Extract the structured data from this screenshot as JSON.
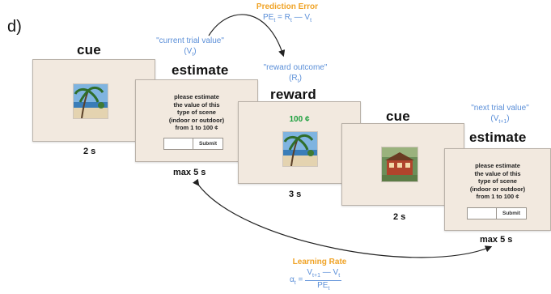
{
  "figure_label": "d)",
  "panels": {
    "cue1": {
      "title": "cue",
      "duration": "2 s"
    },
    "estimate1": {
      "title": "estimate",
      "prompt": [
        "please estimate",
        "the value of this",
        "type of scene",
        "(indoor or outdoor)",
        "from 1 to 100 ¢"
      ],
      "submit_label": "Submit",
      "duration": "max 5 s"
    },
    "reward": {
      "title": "reward",
      "amount": "100 ¢",
      "duration": "3 s"
    },
    "cue2": {
      "title": "cue",
      "duration": "2 s"
    },
    "estimate2": {
      "title": "estimate",
      "prompt": [
        "please estimate",
        "the value of this",
        "type of scene",
        "(indoor or outdoor)",
        "from 1 to 100 ¢"
      ],
      "submit_label": "Submit",
      "duration": "max 5 s"
    }
  },
  "annotations": {
    "current_value": {
      "label": "\"current trial value\"",
      "symbol": "(Vt)"
    },
    "reward_outcome": {
      "label": "\"reward outcome\"",
      "symbol": "(Rt)"
    },
    "next_value": {
      "label": "\"next trial value\"",
      "symbol": "(Vt+1)"
    },
    "prediction_error": {
      "title": "Prediction Error",
      "formula": "PEt = Rt — Vt"
    },
    "learning_rate": {
      "title": "Learning Rate",
      "lhs": "αt =",
      "numerator": "Vt+1 — Vt",
      "denominator": "PEt"
    }
  },
  "colors": {
    "blue": "#5b8fd8",
    "orange": "#f0a326",
    "green": "#1b9f3c",
    "screen": "#f2e9df"
  }
}
